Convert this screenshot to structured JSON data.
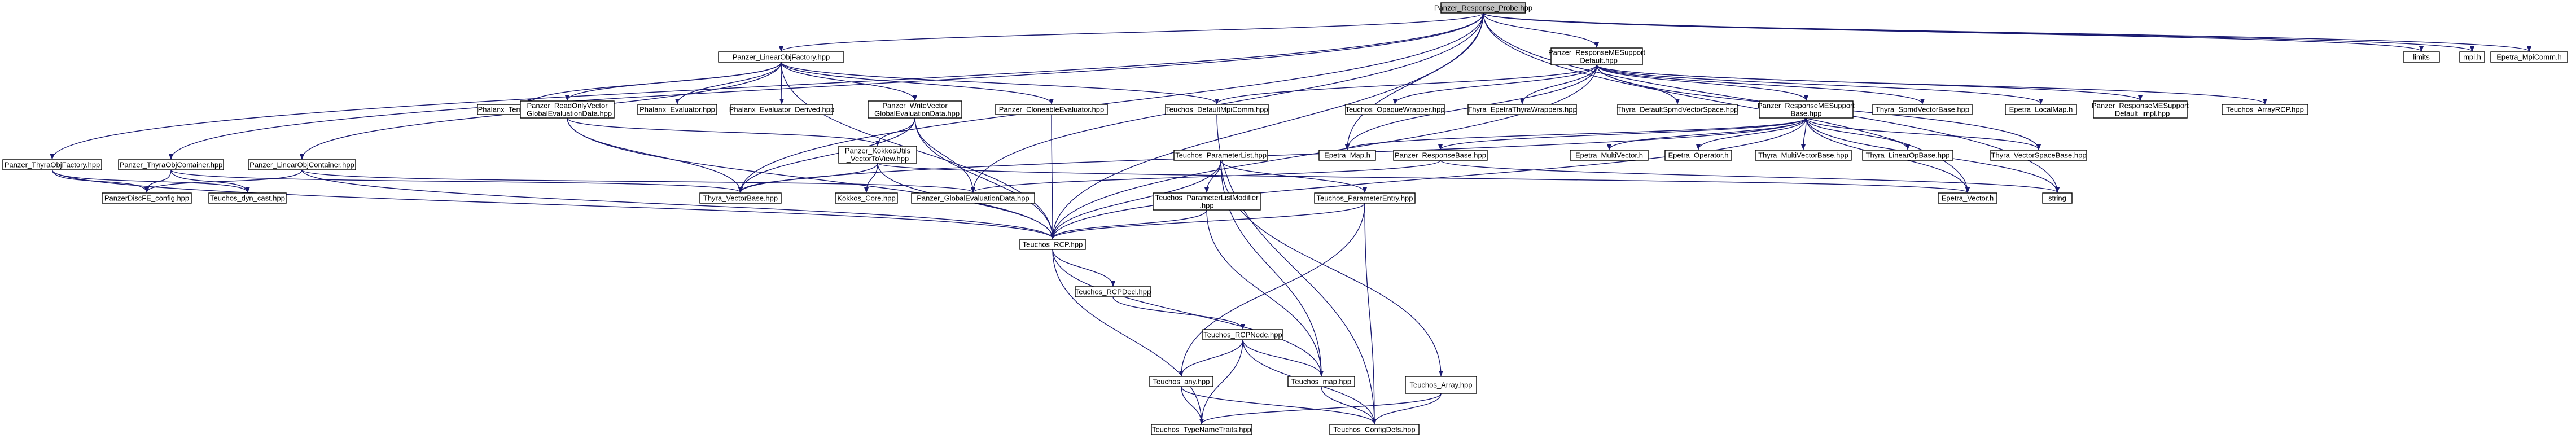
{
  "colors": {
    "edge": "#191970",
    "root_fill": "#bfbfbf",
    "node_fill": "#ffffff",
    "node_border": "#000000",
    "missing_border": "#ff0000"
  },
  "nodes": [
    {
      "id": "root",
      "lines": [
        "Panzer_Response_Probe.hpp"
      ],
      "style": "root"
    },
    {
      "id": "linObj",
      "lines": [
        "Panzer_LinearObjFactory.hpp"
      ],
      "style": "normal"
    },
    {
      "id": "respME",
      "lines": [
        "Panzer_ResponseMESupport",
        "_Default.hpp"
      ],
      "style": "normal"
    },
    {
      "id": "limits",
      "lines": [
        "limits"
      ],
      "style": "normal"
    },
    {
      "id": "mpih",
      "lines": [
        "mpi.h"
      ],
      "style": "normal"
    },
    {
      "id": "epetraMpi",
      "lines": [
        "Epetra_MpiComm.h"
      ],
      "style": "normal"
    },
    {
      "id": "thyraObjF",
      "lines": [
        "Panzer_ThyraObjFactory.hpp"
      ],
      "style": "normal"
    },
    {
      "id": "thyraObjC",
      "lines": [
        "Panzer_ThyraObjContainer.hpp"
      ],
      "style": "normal"
    },
    {
      "id": "linObjC",
      "lines": [
        "Panzer_LinearObjContainer.hpp"
      ],
      "style": "normal"
    },
    {
      "id": "phxTM",
      "lines": [
        "Phalanx_TemplateManager.hpp"
      ],
      "style": "normal"
    },
    {
      "id": "readOnly",
      "lines": [
        "Panzer_ReadOnlyVector",
        "_GlobalEvaluationData.hpp"
      ],
      "style": "normal"
    },
    {
      "id": "phxEval",
      "lines": [
        "Phalanx_Evaluator.hpp"
      ],
      "style": "normal"
    },
    {
      "id": "phxEvalD",
      "lines": [
        "Phalanx_Evaluator_Derived.hpp"
      ],
      "style": "normal"
    },
    {
      "id": "writeVec",
      "lines": [
        "Panzer_WriteVector",
        "_GlobalEvaluationData.hpp"
      ],
      "style": "normal"
    },
    {
      "id": "cloneable",
      "lines": [
        "Panzer_CloneableEvaluator.hpp"
      ],
      "style": "normal"
    },
    {
      "id": "defMpi",
      "lines": [
        "Teuchos_DefaultMpiComm.hpp"
      ],
      "style": "normal"
    },
    {
      "id": "opaque",
      "lines": [
        "Teuchos_OpaqueWrapper.hpp"
      ],
      "style": "normal"
    },
    {
      "id": "thyraEpetra",
      "lines": [
        "Thyra_EpetraThyraWrappers.hpp"
      ],
      "style": "normal"
    },
    {
      "id": "thyraDSpmd",
      "lines": [
        "Thyra_DefaultSpmdVectorSpace.hpp"
      ],
      "style": "normal"
    },
    {
      "id": "respMEBase",
      "lines": [
        "Panzer_ResponseMESupport",
        "Base.hpp"
      ],
      "style": "normal"
    },
    {
      "id": "thyraSpmdVB",
      "lines": [
        "Thyra_SpmdVectorBase.hpp"
      ],
      "style": "normal"
    },
    {
      "id": "epetraLocal",
      "lines": [
        "Epetra_LocalMap.h"
      ],
      "style": "normal"
    },
    {
      "id": "respMEImpl",
      "lines": [
        "Panzer_ResponseMESupport",
        "_Default_impl.hpp"
      ],
      "style": "normal"
    },
    {
      "id": "arrayRCP",
      "lines": [
        "Teuchos_ArrayRCP.hpp"
      ],
      "style": "normal"
    },
    {
      "id": "epetraMap",
      "lines": [
        "Epetra_Map.h"
      ],
      "style": "normal"
    },
    {
      "id": "paramList",
      "lines": [
        "Teuchos_ParameterList.hpp"
      ],
      "style": "normal"
    },
    {
      "id": "kokkosVTV",
      "lines": [
        "Panzer_KokkosUtils",
        "_VectorToView.hpp"
      ],
      "style": "missing"
    },
    {
      "id": "respBase",
      "lines": [
        "Panzer_ResponseBase.hpp"
      ],
      "style": "normal"
    },
    {
      "id": "epetraMV",
      "lines": [
        "Epetra_MultiVector.h"
      ],
      "style": "normal"
    },
    {
      "id": "epetraOp",
      "lines": [
        "Epetra_Operator.h"
      ],
      "style": "normal"
    },
    {
      "id": "thyraMVB",
      "lines": [
        "Thyra_MultiVectorBase.hpp"
      ],
      "style": "normal"
    },
    {
      "id": "thyraLOB",
      "lines": [
        "Thyra_LinearOpBase.hpp"
      ],
      "style": "normal"
    },
    {
      "id": "thyraVSB",
      "lines": [
        "Thyra_VectorSpaceBase.hpp"
      ],
      "style": "normal"
    },
    {
      "id": "discFE",
      "lines": [
        "PanzerDiscFE_config.hpp"
      ],
      "style": "normal"
    },
    {
      "id": "dynCast",
      "lines": [
        "Teuchos_dyn_cast.hpp"
      ],
      "style": "normal"
    },
    {
      "id": "thyraVB",
      "lines": [
        "Thyra_VectorBase.hpp"
      ],
      "style": "normal"
    },
    {
      "id": "kokkosCore",
      "lines": [
        "Kokkos_Core.hpp"
      ],
      "style": "normal"
    },
    {
      "id": "globalEval",
      "lines": [
        "Panzer_GlobalEvaluationData.hpp"
      ],
      "style": "normal"
    },
    {
      "id": "plModifier",
      "lines": [
        "Teuchos_ParameterListModifier",
        ".hpp"
      ],
      "style": "normal"
    },
    {
      "id": "paramEntry",
      "lines": [
        "Teuchos_ParameterEntry.hpp"
      ],
      "style": "normal"
    },
    {
      "id": "epetraVec",
      "lines": [
        "Epetra_Vector.h"
      ],
      "style": "normal"
    },
    {
      "id": "string",
      "lines": [
        "string"
      ],
      "style": "normal"
    },
    {
      "id": "rcp",
      "lines": [
        "Teuchos_RCP.hpp"
      ],
      "style": "normal"
    },
    {
      "id": "rcpDecl",
      "lines": [
        "Teuchos_RCPDecl.hpp"
      ],
      "style": "normal"
    },
    {
      "id": "rcpNode",
      "lines": [
        "Teuchos_RCPNode.hpp"
      ],
      "style": "normal"
    },
    {
      "id": "any",
      "lines": [
        "Teuchos_any.hpp"
      ],
      "style": "normal"
    },
    {
      "id": "map",
      "lines": [
        "Teuchos_map.hpp"
      ],
      "style": "normal"
    },
    {
      "id": "array",
      "lines": [
        "Teuchos_Array.hpp"
      ],
      "style": "missing"
    },
    {
      "id": "typeName",
      "lines": [
        "Teuchos_TypeNameTraits.hpp"
      ],
      "style": "normal"
    },
    {
      "id": "configDefs",
      "lines": [
        "Teuchos_ConfigDefs.hpp"
      ],
      "style": "normal"
    }
  ],
  "edges": [
    [
      "root",
      "linObj"
    ],
    [
      "root",
      "respME"
    ],
    [
      "root",
      "limits"
    ],
    [
      "root",
      "mpih"
    ],
    [
      "root",
      "epetraMpi"
    ],
    [
      "root",
      "thyraObjF"
    ],
    [
      "root",
      "thyraObjC"
    ],
    [
      "root",
      "epetraMap"
    ],
    [
      "root",
      "globalEval"
    ],
    [
      "root",
      "epetraVec"
    ],
    [
      "root",
      "thyraVB"
    ],
    [
      "root",
      "rcp"
    ],
    [
      "root",
      "string"
    ],
    [
      "linObj",
      "linObjC"
    ],
    [
      "linObj",
      "phxTM"
    ],
    [
      "linObj",
      "readOnly"
    ],
    [
      "linObj",
      "phxEval"
    ],
    [
      "linObj",
      "phxEvalD"
    ],
    [
      "linObj",
      "writeVec"
    ],
    [
      "linObj",
      "cloneable"
    ],
    [
      "linObj",
      "defMpi"
    ],
    [
      "linObj",
      "rcp"
    ],
    [
      "respME",
      "defMpi"
    ],
    [
      "respME",
      "opaque"
    ],
    [
      "respME",
      "thyraEpetra"
    ],
    [
      "respME",
      "thyraDSpmd"
    ],
    [
      "respME",
      "respMEBase"
    ],
    [
      "respME",
      "thyraSpmdVB"
    ],
    [
      "respME",
      "epetraLocal"
    ],
    [
      "respME",
      "respMEImpl"
    ],
    [
      "respME",
      "arrayRCP"
    ],
    [
      "respME",
      "epetraMap"
    ],
    [
      "respME",
      "thyraVSB"
    ],
    [
      "respME",
      "rcp"
    ],
    [
      "thyraObjF",
      "discFE"
    ],
    [
      "thyraObjF",
      "dynCast"
    ],
    [
      "thyraObjF",
      "rcp"
    ],
    [
      "thyraObjC",
      "discFE"
    ],
    [
      "thyraObjC",
      "dynCast"
    ],
    [
      "thyraObjC",
      "thyraVB"
    ],
    [
      "linObjC",
      "discFE"
    ],
    [
      "linObjC",
      "globalEval"
    ],
    [
      "linObjC",
      "rcp"
    ],
    [
      "readOnly",
      "kokkosVTV"
    ],
    [
      "readOnly",
      "thyraVB"
    ],
    [
      "readOnly",
      "rcp"
    ],
    [
      "writeVec",
      "kokkosVTV"
    ],
    [
      "writeVec",
      "globalEval"
    ],
    [
      "writeVec",
      "thyraVB"
    ],
    [
      "writeVec",
      "rcp"
    ],
    [
      "cloneable",
      "rcp"
    ],
    [
      "defMpi",
      "configDefs"
    ],
    [
      "respMEBase",
      "respBase"
    ],
    [
      "respMEBase",
      "epetraMap"
    ],
    [
      "respMEBase",
      "epetraMV"
    ],
    [
      "respMEBase",
      "epetraOp"
    ],
    [
      "respMEBase",
      "thyraMVB"
    ],
    [
      "respMEBase",
      "thyraLOB"
    ],
    [
      "respMEBase",
      "thyraVSB"
    ],
    [
      "respMEBase",
      "epetraVec"
    ],
    [
      "respMEBase",
      "string"
    ],
    [
      "respMEBase",
      "thyraVB"
    ],
    [
      "respMEBase",
      "rcp"
    ],
    [
      "paramList",
      "plModifier"
    ],
    [
      "paramList",
      "paramEntry"
    ],
    [
      "paramList",
      "rcp"
    ],
    [
      "paramList",
      "map"
    ],
    [
      "paramList",
      "array"
    ],
    [
      "kokkosVTV",
      "kokkosCore"
    ],
    [
      "kokkosVTV",
      "thyraVB"
    ],
    [
      "kokkosVTV",
      "rcp"
    ],
    [
      "kokkosVTV",
      "epetraVec"
    ],
    [
      "respBase",
      "globalEval"
    ],
    [
      "respBase",
      "string"
    ],
    [
      "plModifier",
      "rcp"
    ],
    [
      "plModifier",
      "map"
    ],
    [
      "paramEntry",
      "any"
    ],
    [
      "paramEntry",
      "rcp"
    ],
    [
      "paramEntry",
      "configDefs"
    ],
    [
      "rcp",
      "rcpDecl"
    ],
    [
      "rcp",
      "map"
    ],
    [
      "rcp",
      "typeName"
    ],
    [
      "rcpDecl",
      "rcpNode"
    ],
    [
      "rcpNode",
      "any"
    ],
    [
      "rcpNode",
      "map"
    ],
    [
      "rcpNode",
      "typeName"
    ],
    [
      "rcpNode",
      "configDefs"
    ],
    [
      "any",
      "typeName"
    ],
    [
      "any",
      "configDefs"
    ],
    [
      "map",
      "configDefs"
    ],
    [
      "array",
      "typeName"
    ],
    [
      "array",
      "configDefs"
    ]
  ]
}
